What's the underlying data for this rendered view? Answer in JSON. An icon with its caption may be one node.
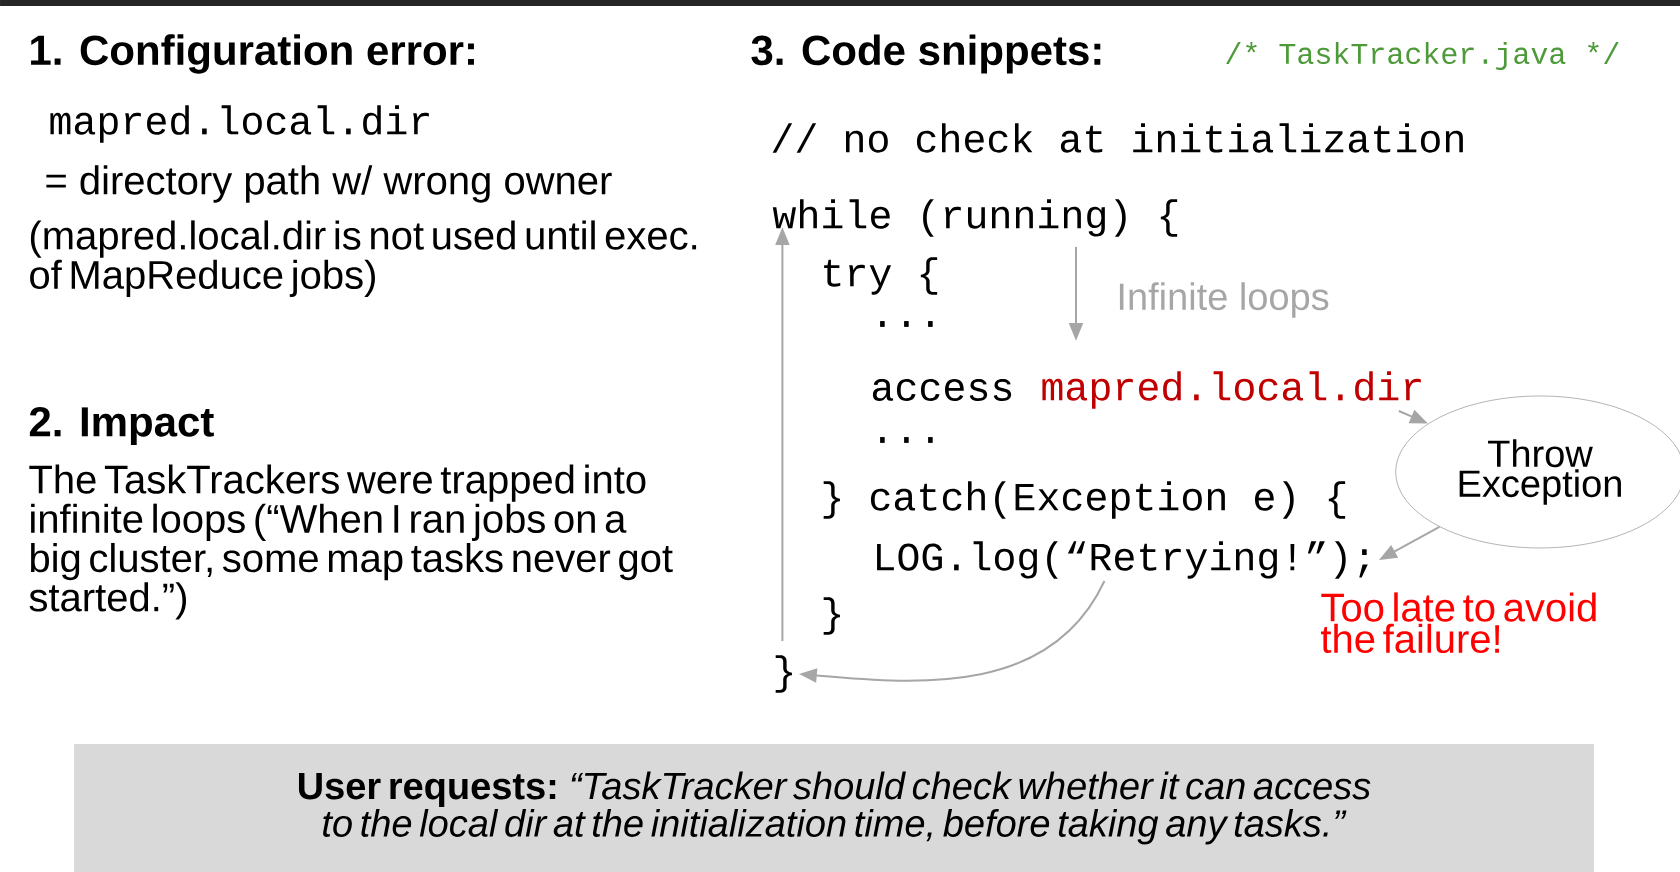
{
  "diagram": {
    "nodes": [
      {
        "text": [
          "while (running) {"
        ]
      },
      {
        "text": [
          "mapred.local.dir"
        ]
      },
      {
        "text": [
          "Throw Exception"
        ]
      },
      {
        "text": [
          "LOG.log(“Retrying!”);"
        ]
      },
      {
        "text": [
          "}"
        ]
      },
      {
        "text": [
          "**User requests:** *“TaskTracker should check whether it can access to the local dir at the initialization time, before taking any tasks.”*"
        ]
      }
    ],
    "edges": [
      {
        "from": 0,
        "to": 1,
        "arrow": "to"
      },
      {
        "from": 1,
        "to": 2,
        "arrow": "to"
      },
      {
        "from": 2,
        "to": 3,
        "arrow": "to"
      },
      {
        "from": 3,
        "to": 4,
        "arrow": "to"
      },
      {
        "from": 4,
        "to": 0,
        "arrow": "to"
      }
    ],
    "labels": [
      "1. Configuration error:",
      "mapred.local.dir",
      "= directory path w/ wrong owner",
      "(mapred.local.dir is not used until exec. of MapReduce jobs)",
      "2. Impact",
      "The TaskTrackers were trapped into infinite loops (“When I ran jobs on a big cluster, some map tasks never got started.”)",
      "3. Code snippets:",
      "/* TaskTracker.java */",
      "// no check at initialization",
      "try {",
      "...",
      "access",
      "...",
      "} catch(Exception e) {",
      "}",
      "Infinite loops",
      "Too late to avoid the failure!"
    ]
  }
}
